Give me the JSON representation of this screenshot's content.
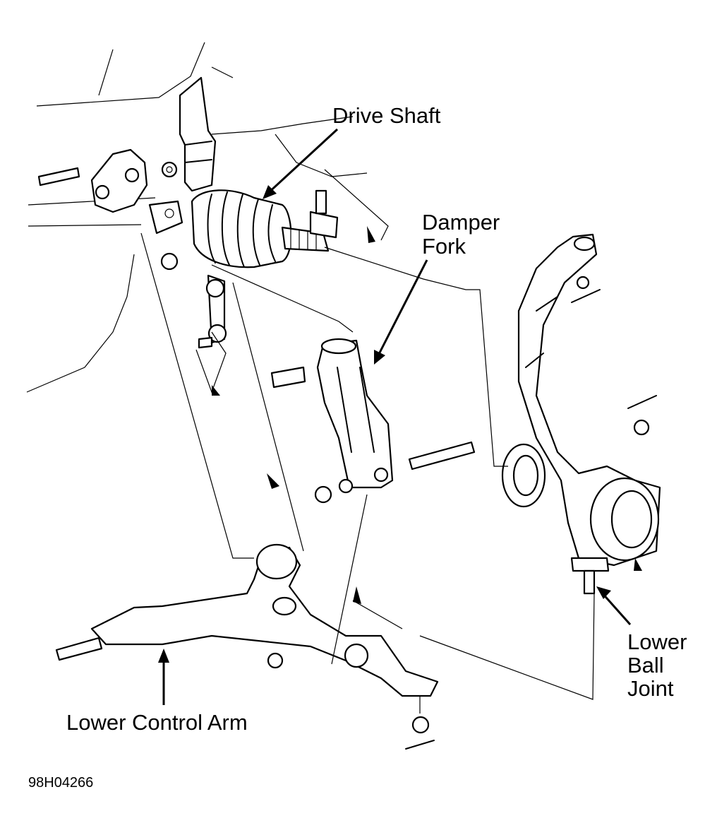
{
  "labels": {
    "drive_shaft": "Drive Shaft",
    "damper_fork_line1": "Damper",
    "damper_fork_line2": "Fork",
    "lower_ball_joint_line1": "Lower",
    "lower_ball_joint_line2": "Ball",
    "lower_ball_joint_line3": "Joint",
    "lower_control_arm": "Lower Control Arm"
  },
  "figure_code": "98H04266"
}
